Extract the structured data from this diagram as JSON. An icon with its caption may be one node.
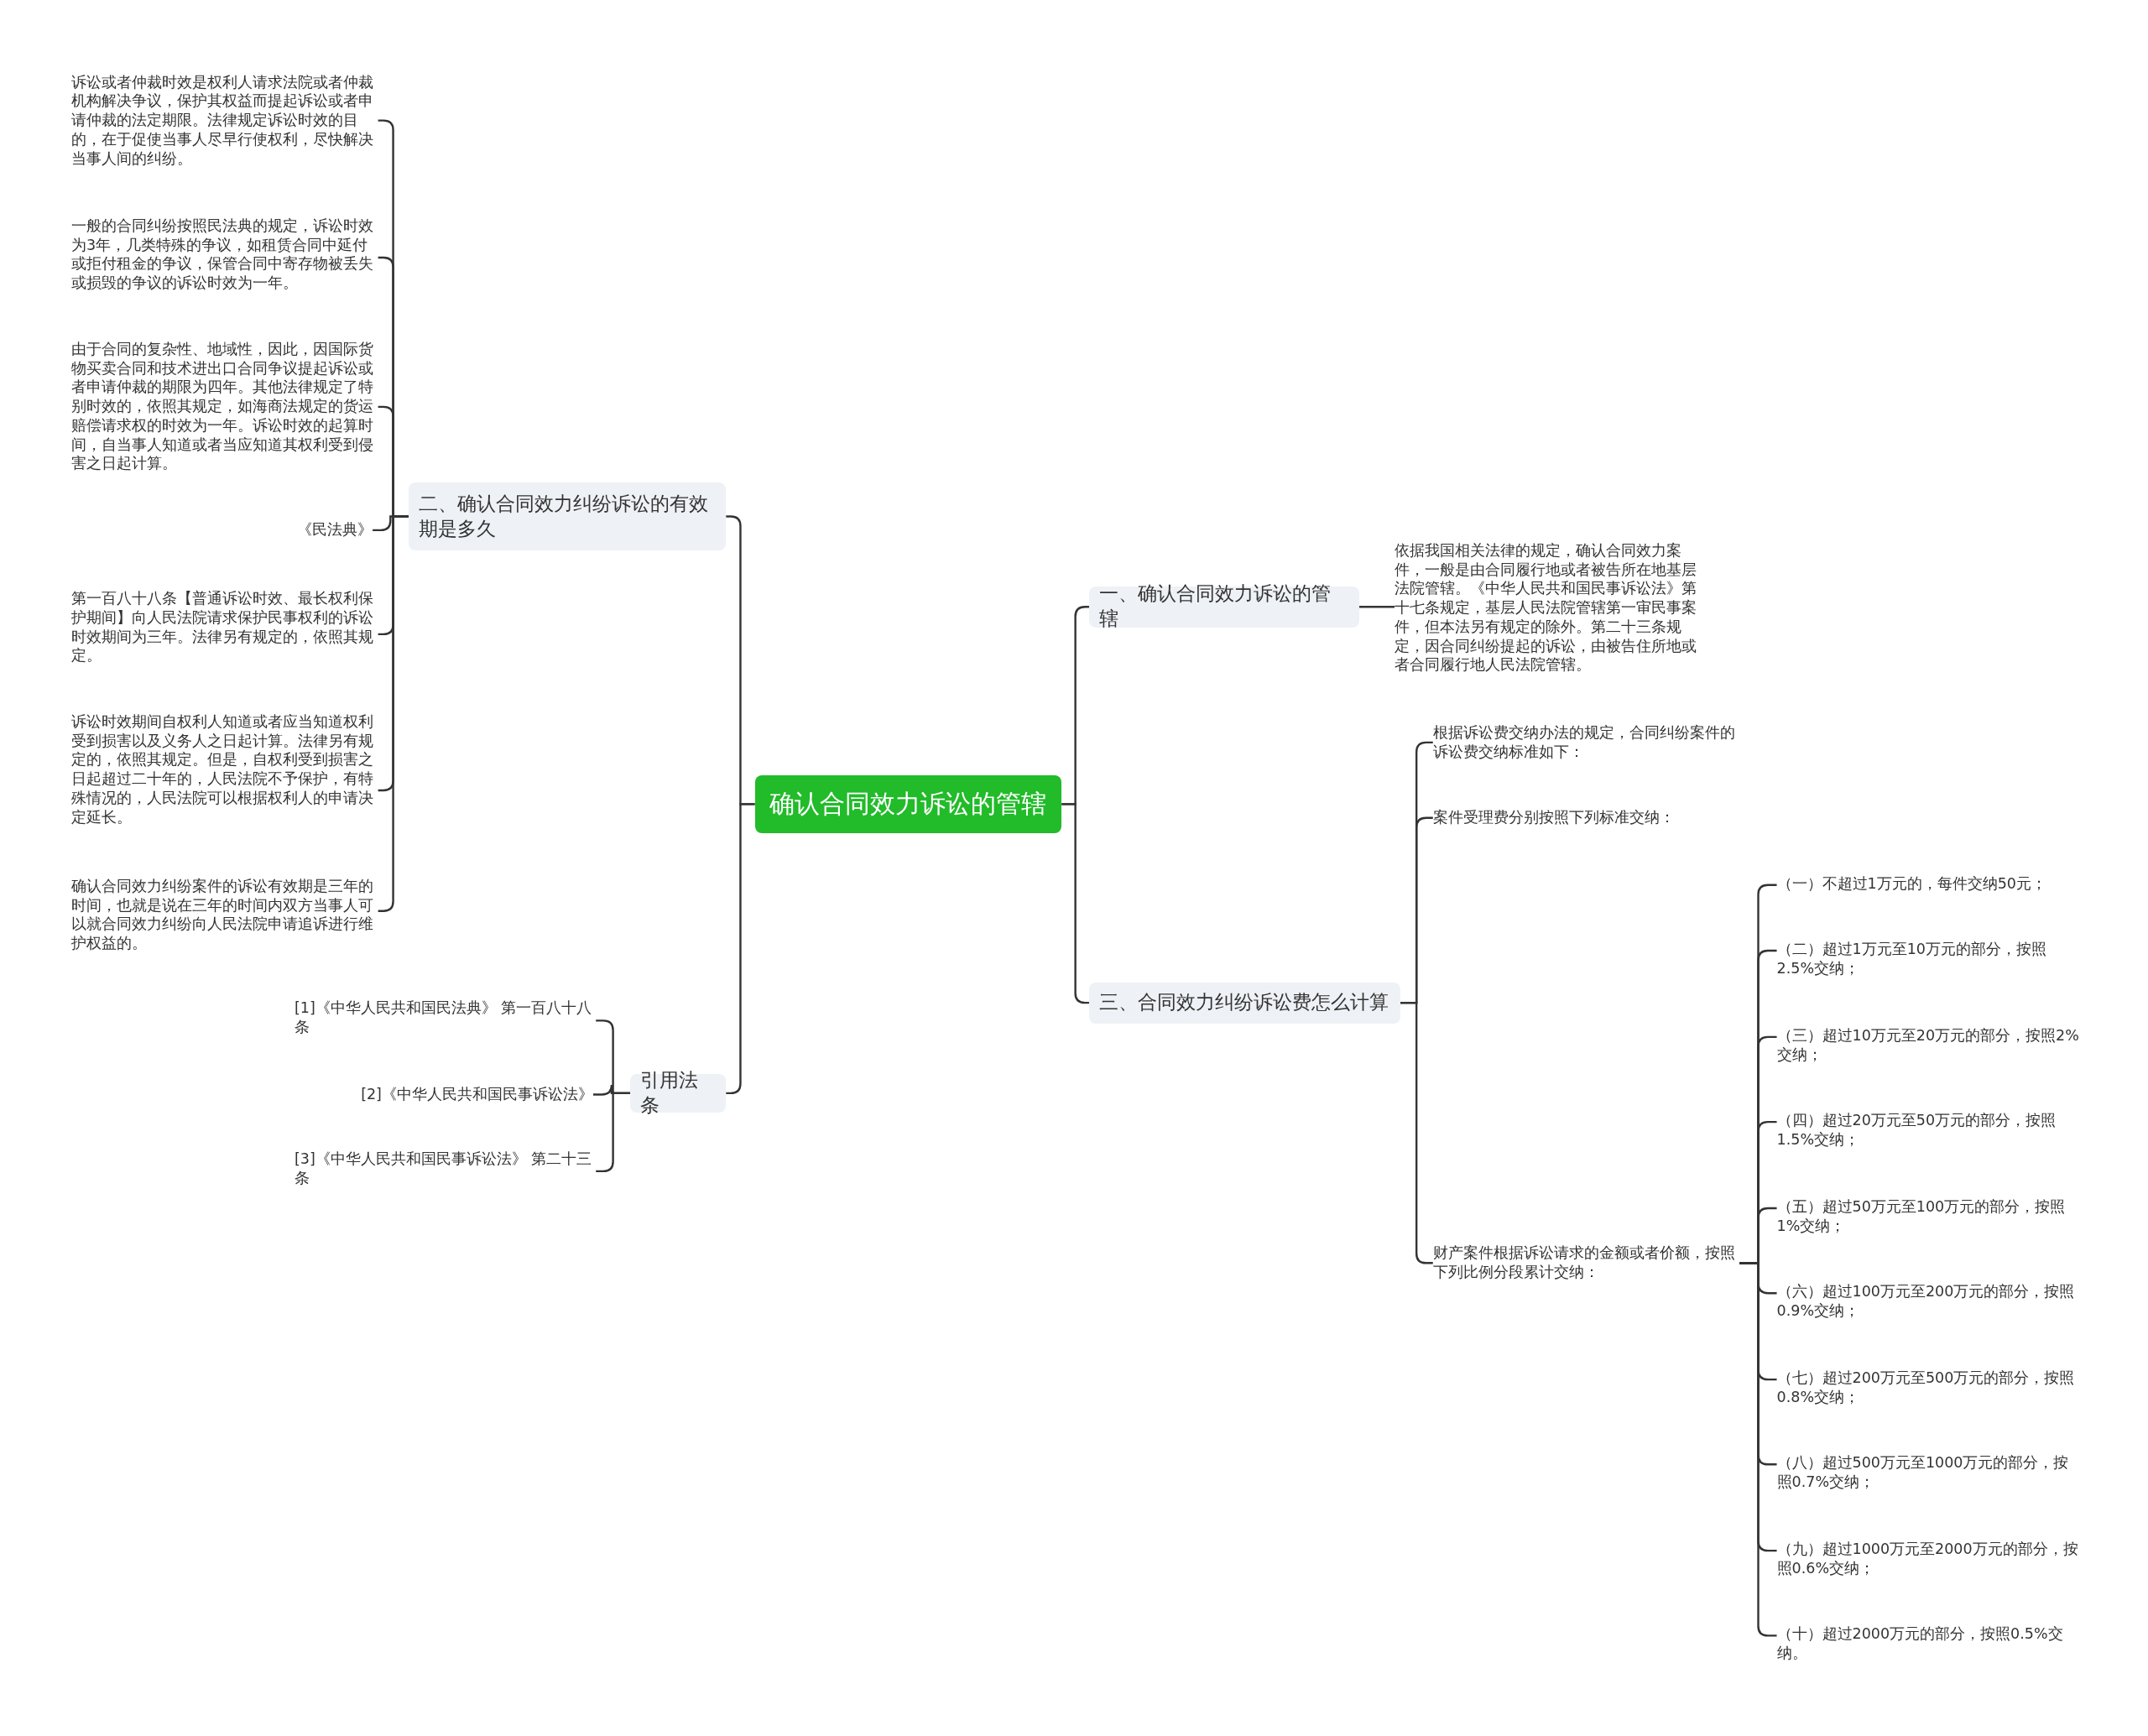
{
  "diagram": {
    "nodes": [
      {
        "text": [
          "确认合同效力诉讼的管辖"
        ]
      },
      {
        "text": [
          "二、确认合同效力纠纷诉讼的有效期是多久"
        ]
      },
      {
        "text": [
          "诉讼或者仲裁时效是权利人请求法院或者仲裁机构解决争议，保护其权益而提起诉讼或者申请仲裁的法定期限。法律规定诉讼时效的目的，在于促使当事人尽早行使权利，尽快解决当事人间的纠纷。"
        ]
      },
      {
        "text": [
          "一般的合同纠纷按照民法典的规定，诉讼时效为3年，几类特殊的争议，如租赁合同中延付或拒付租金的争议，保管合同中寄存物被丢失或损毁的争议的诉讼时效为一年。"
        ]
      },
      {
        "text": [
          "由于合同的复杂性、地域性，因此，因国际货物买卖合同和技术进出口合同争议提起诉讼或者申请仲裁的期限为四年。其他法律规定了特别时效的，依照其规定，如海商法规定的货运赔偿请求权的时效为一年。诉讼时效的起算时间，自当事人知道或者当应知道其权利受到侵害之日起计算。"
        ]
      },
      {
        "text": [
          "《民法典》"
        ]
      },
      {
        "text": [
          "第一百八十八条【普通诉讼时效、最长权利保护期间】向人民法院请求保护民事权利的诉讼时效期间为三年。法律另有规定的，依照其规定。"
        ]
      },
      {
        "text": [
          "诉讼时效期间自权利人知道或者应当知道权利受到损害以及义务人之日起计算。法律另有规定的，依照其规定。但是，自权利受到损害之日起超过二十年的，人民法院不予保护，有特殊情况的，人民法院可以根据权利人的申请决定延长。"
        ]
      },
      {
        "text": [
          "确认合同效力纠纷案件的诉讼有效期是三年的时间，也就是说在三年的时间内双方当事人可以就合同效力纠纷向人民法院申请追诉进行维护权益的。"
        ]
      },
      {
        "text": [
          "引用法条"
        ]
      },
      {
        "text": [
          "[1]《中华人民共和国民法典》 第一百八十八条"
        ]
      },
      {
        "text": [
          "[2]《中华人民共和国民事诉讼法》"
        ]
      },
      {
        "text": [
          "[3]《中华人民共和国民事诉讼法》 第二十三条"
        ]
      },
      {
        "text": [
          "一、确认合同效力诉讼的管辖"
        ]
      },
      {
        "text": [
          "依据我国相关法律的规定，确认合同效力案件，一般是由合同履行地或者被告所在地基层法院管辖。《中华人民共和国民事诉讼法》第十七条规定，基层人民法院管辖第一审民事案件，但本法另有规定的除外。第二十三条规定，因合同纠纷提起的诉讼，由被告住所地或者合同履行地人民法院管辖。"
        ]
      },
      {
        "text": [
          "三、合同效力纠纷诉讼费怎么计算"
        ]
      },
      {
        "text": [
          "根据诉讼费交纳办法的规定，合同纠纷案件的诉讼费交纳标准如下："
        ]
      },
      {
        "text": [
          "案件受理费分别按照下列标准交纳："
        ]
      },
      {
        "text": [
          "财产案件根据诉讼请求的金额或者价额，按照下列比例分段累计交纳："
        ]
      },
      {
        "text": [
          "（一）不超过1万元的，每件交纳50元；"
        ]
      },
      {
        "text": [
          "（二）超过1万元至10万元的部分，按照2.5%交纳；"
        ]
      },
      {
        "text": [
          "（三）超过10万元至20万元的部分，按照2%交纳；"
        ]
      },
      {
        "text": [
          "（四）超过20万元至50万元的部分，按照1.5%交纳；"
        ]
      },
      {
        "text": [
          "（五）超过50万元至100万元的部分，按照1%交纳；"
        ]
      },
      {
        "text": [
          "（六）超过100万元至200万元的部分，按照0.9%交纳；"
        ]
      },
      {
        "text": [
          "（七）超过200万元至500万元的部分，按照0.8%交纳；"
        ]
      },
      {
        "text": [
          "（八）超过500万元至1000万元的部分，按照0.7%交纳；"
        ]
      },
      {
        "text": [
          "（九）超过1000万元至2000万元的部分，按照0.6%交纳；"
        ]
      },
      {
        "text": [
          "（十）超过2000万元的部分，按照0.5%交纳。"
        ]
      }
    ],
    "edges": [
      {
        "from": 0,
        "to": 1,
        "arrow": "none"
      },
      {
        "from": 0,
        "to": 9,
        "arrow": "none"
      },
      {
        "from": 0,
        "to": 13,
        "arrow": "none"
      },
      {
        "from": 0,
        "to": 15,
        "arrow": "none"
      },
      {
        "from": 1,
        "to": 2,
        "arrow": "none"
      },
      {
        "from": 1,
        "to": 3,
        "arrow": "none"
      },
      {
        "from": 1,
        "to": 4,
        "arrow": "none"
      },
      {
        "from": 1,
        "to": 5,
        "arrow": "none"
      },
      {
        "from": 1,
        "to": 6,
        "arrow": "none"
      },
      {
        "from": 1,
        "to": 7,
        "arrow": "none"
      },
      {
        "from": 1,
        "to": 8,
        "arrow": "none"
      },
      {
        "from": 9,
        "to": 10,
        "arrow": "none"
      },
      {
        "from": 9,
        "to": 11,
        "arrow": "none"
      },
      {
        "from": 9,
        "to": 12,
        "arrow": "none"
      },
      {
        "from": 13,
        "to": 14,
        "arrow": "none"
      },
      {
        "from": 15,
        "to": 16,
        "arrow": "none"
      },
      {
        "from": 15,
        "to": 17,
        "arrow": "none"
      },
      {
        "from": 15,
        "to": 18,
        "arrow": "none"
      },
      {
        "from": 18,
        "to": 19,
        "arrow": "none"
      },
      {
        "from": 18,
        "to": 20,
        "arrow": "none"
      },
      {
        "from": 18,
        "to": 21,
        "arrow": "none"
      },
      {
        "from": 18,
        "to": 22,
        "arrow": "none"
      },
      {
        "from": 18,
        "to": 23,
        "arrow": "none"
      },
      {
        "from": 18,
        "to": 24,
        "arrow": "none"
      },
      {
        "from": 18,
        "to": 25,
        "arrow": "none"
      },
      {
        "from": 18,
        "to": 26,
        "arrow": "none"
      },
      {
        "from": 18,
        "to": 27,
        "arrow": "none"
      },
      {
        "from": 18,
        "to": 28,
        "arrow": "none"
      }
    ]
  }
}
